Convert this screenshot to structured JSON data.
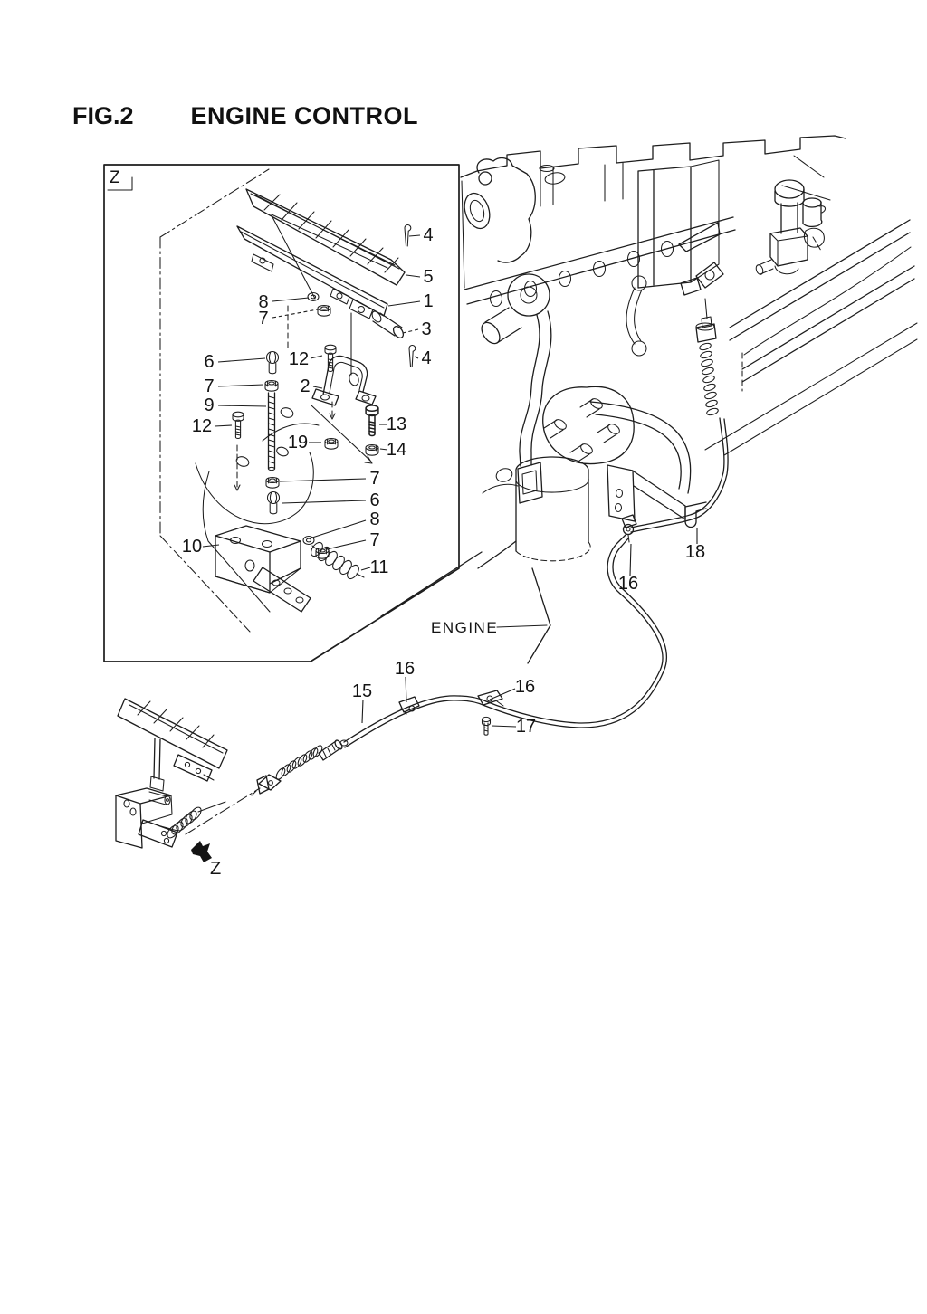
{
  "figure": {
    "number": "FIG.2",
    "title": "ENGINE CONTROL"
  },
  "detail_view": {
    "marker": "Z",
    "callouts": [
      {
        "id": "d4a",
        "label": "4"
      },
      {
        "id": "d5",
        "label": "5"
      },
      {
        "id": "d1",
        "label": "1"
      },
      {
        "id": "d8a",
        "label": "8"
      },
      {
        "id": "d7a",
        "label": "7"
      },
      {
        "id": "d3",
        "label": "3"
      },
      {
        "id": "d4b",
        "label": "4"
      },
      {
        "id": "d6a",
        "label": "6"
      },
      {
        "id": "d12a",
        "label": "12"
      },
      {
        "id": "d7b",
        "label": "7"
      },
      {
        "id": "d2",
        "label": "2"
      },
      {
        "id": "d9",
        "label": "9"
      },
      {
        "id": "d12b",
        "label": "12"
      },
      {
        "id": "d13",
        "label": "13"
      },
      {
        "id": "d19",
        "label": "19"
      },
      {
        "id": "d14",
        "label": "14"
      },
      {
        "id": "d7c",
        "label": "7"
      },
      {
        "id": "d6b",
        "label": "6"
      },
      {
        "id": "d8b",
        "label": "8"
      },
      {
        "id": "d7d",
        "label": "7"
      },
      {
        "id": "d10",
        "label": "10"
      },
      {
        "id": "d11",
        "label": "11"
      }
    ]
  },
  "main_view": {
    "engine_caption": "ENGINE",
    "direction_marker": "Z",
    "callouts": [
      {
        "id": "m15",
        "label": "15"
      },
      {
        "id": "m16a",
        "label": "16"
      },
      {
        "id": "m16b",
        "label": "16"
      },
      {
        "id": "m17",
        "label": "17"
      },
      {
        "id": "m16c",
        "label": "16"
      },
      {
        "id": "m18",
        "label": "18"
      }
    ]
  },
  "colors": {
    "line": "#1d1d1d",
    "background": "#ffffff"
  }
}
